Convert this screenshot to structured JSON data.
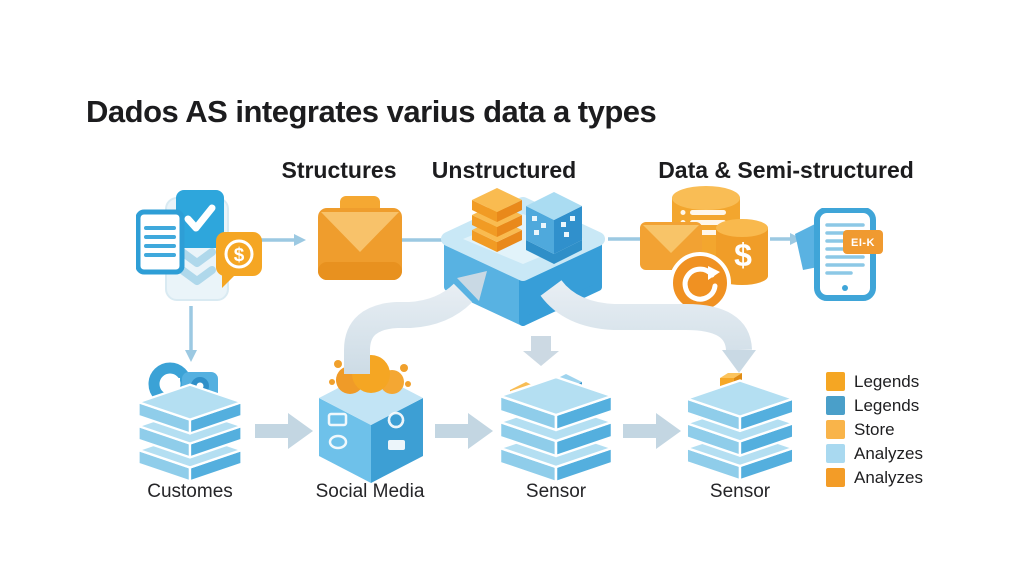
{
  "title": "Dados AS integrates varius data a types",
  "headers": {
    "structured": "Structures",
    "unstructured": "Unstructured",
    "semi": "Data & Semi-structured"
  },
  "device_tag": "EI-K",
  "bottom": {
    "items": [
      {
        "label": "Customes",
        "icon": "customer-data-stack-icon"
      },
      {
        "label": "Social Media",
        "icon": "social-media-cube-icon"
      },
      {
        "label": "Sensor",
        "icon": "sensor-blocks-stack-icon"
      },
      {
        "label": "Sensor",
        "icon": "sensor-bars-stack-icon"
      }
    ]
  },
  "top_row_icons": [
    "structured-documents-icon",
    "mail-envelope-icon",
    "data-platform-cube-icon",
    "databases-mail-sync-icon",
    "tablet-report-icon"
  ],
  "legend": {
    "items": [
      {
        "label": "Legends",
        "color": "#F5A623"
      },
      {
        "label": "Legends",
        "color": "#4A9FC9"
      },
      {
        "label": "Store",
        "color": "#F9B44A"
      },
      {
        "label": "Analyzes",
        "color": "#A9D9F0"
      },
      {
        "label": "Analyzes",
        "color": "#F39C27"
      }
    ]
  },
  "colors": {
    "accent_blue": "#4AA8D8",
    "accent_orange": "#F5A623",
    "band_arrow_grey": "#C4D6E2",
    "thin_arrow_blue": "#9CC9E2",
    "text": "#1C1C1E"
  }
}
